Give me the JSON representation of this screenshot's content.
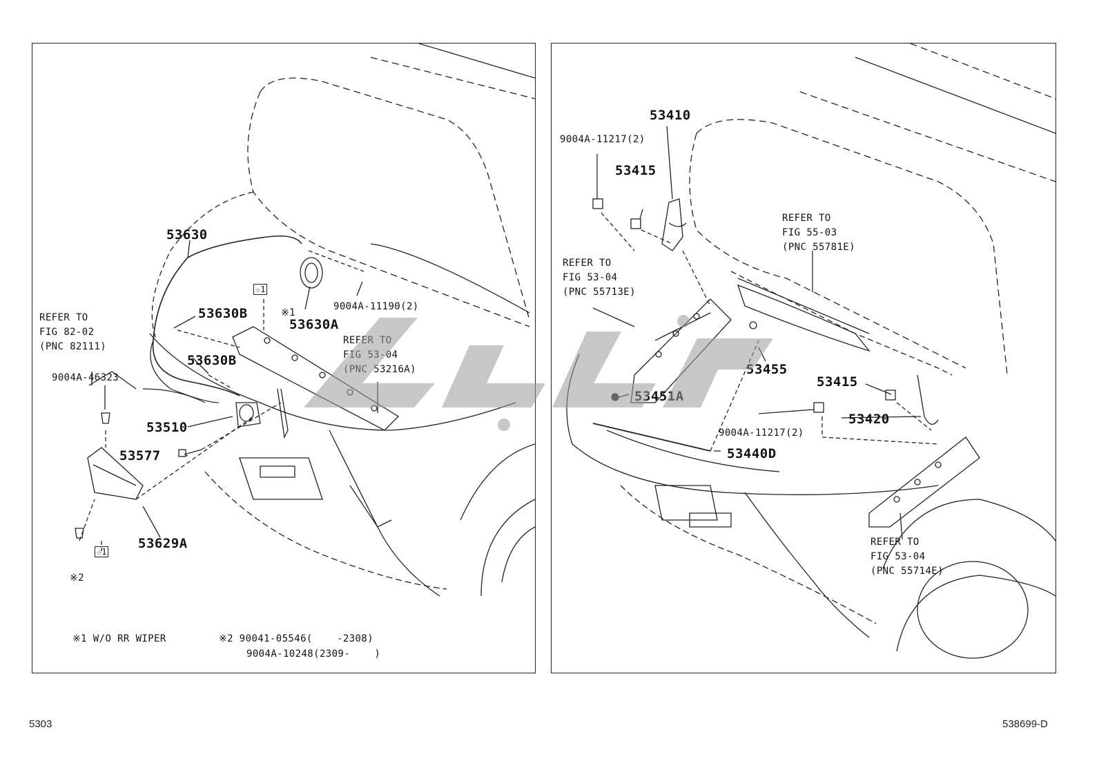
{
  "left_panel": {
    "labels": {
      "p53630": "53630",
      "p53630B_1": "53630B",
      "p53630B_2": "53630B",
      "p53630A": "53630A",
      "p53630A_note": "※1",
      "bolt_11190": "9004A-11190(2)",
      "p53510": "53510",
      "p53577": "53577",
      "p53629A": "53629A",
      "clip_46323": "9004A-46323",
      "note2_mark": "※2",
      "star1_a": "☆1",
      "star1_b": "☆1"
    },
    "ref_82": "REFER TO\nFIG 82-02\n(PNC 82111)",
    "ref_53216": "REFER TO\nFIG 53-04\n(PNC 53216A)",
    "footnotes": {
      "note1": "※1 W/O RR WIPER",
      "note2_line1": "※2 90041-05546(    -2308)",
      "note2_line2": "9004A-10248(2309-    )"
    }
  },
  "right_panel": {
    "labels": {
      "p53410": "53410",
      "bolt_11217_top": "9004A-11217(2)",
      "p53415_top": "53415",
      "p53455": "53455",
      "p53451A": "53451A",
      "p53415_mid": "53415",
      "p53420": "53420",
      "bolt_11217_mid": "9004A-11217(2)",
      "p53440D": "53440D"
    },
    "ref_55781": "REFER TO\nFIG 55-03\n(PNC 55781E)",
    "ref_55713": "REFER TO\nFIG 53-04\n(PNC 55713E)",
    "ref_55714": "REFER TO\nFIG 53-04\n(PNC 55714E)"
  },
  "page": {
    "page_code": "5303",
    "figure_code": "538699-D"
  }
}
